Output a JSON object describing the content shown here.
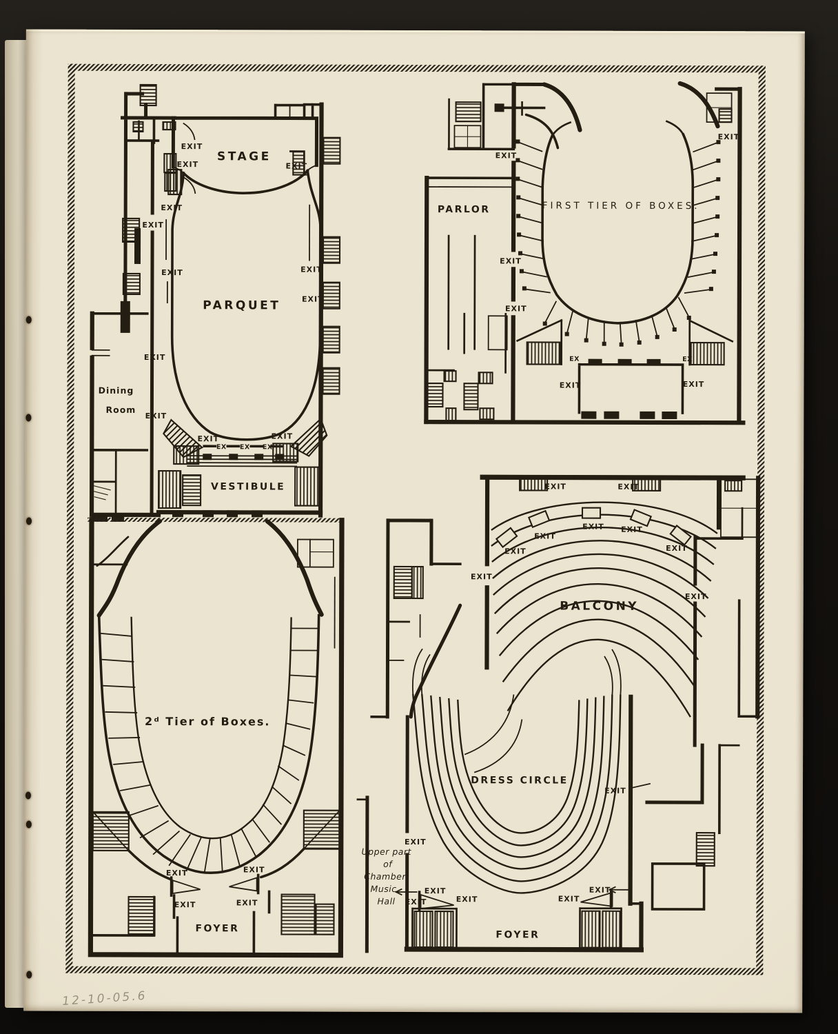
{
  "page": {
    "handwritten_note": "12-10-05.6"
  },
  "labels": {
    "exit": "Exit",
    "ex": "Ex"
  },
  "plans": {
    "parquet": {
      "stage": "Stage",
      "parquet": "Parquet",
      "vestibule": "Vestibule",
      "dining_line1": "Dining",
      "dining_line2": "Room"
    },
    "first_tier": {
      "title": "First Tier of Boxes.",
      "parlor": "Parlor"
    },
    "second_tier": {
      "title": "2ᵈ Tier of Boxes.",
      "foyer": "Foyer"
    },
    "balcony_level": {
      "balcony": "Balcony",
      "dress_circle": "Dress Circle",
      "foyer": "Foyer",
      "chamber_note": [
        "Upper part",
        "of",
        "Chamber",
        "Music",
        "Hall"
      ]
    }
  }
}
